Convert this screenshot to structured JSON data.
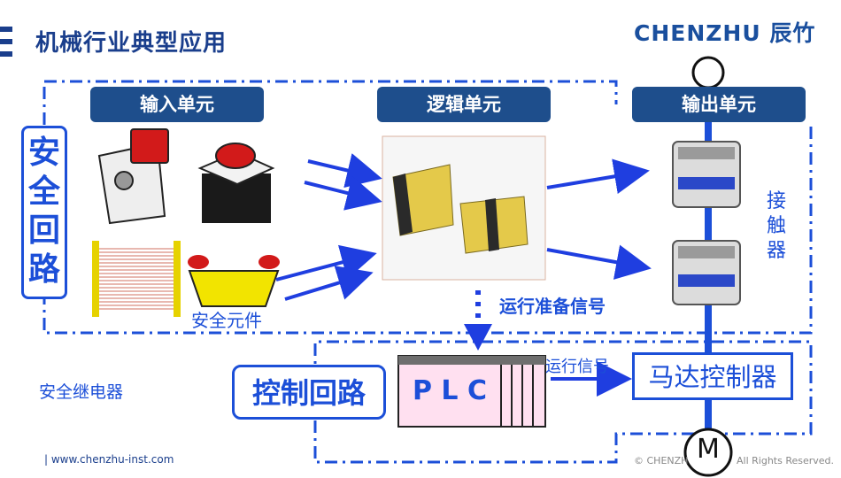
{
  "page": {
    "title": "机械行业典型应用"
  },
  "logo": {
    "text": "CHENZHU 辰竹"
  },
  "loop_label": "安全回路",
  "input_unit": "输入单元",
  "logic_unit": "逻辑单元",
  "output_unit": "输出单元",
  "safety_components": "安全元件",
  "ready_signal": "运行准备信号",
  "run_signal": "运行信号",
  "contactor": "接触器",
  "safety_relay": "安全继电器",
  "control_loop": "控制回路",
  "plc": "P L C",
  "motor_controller": "马达控制器",
  "motor": "M",
  "footer": {
    "url": "| www.chenzhu-inst.com",
    "copyright": "© CHENZH",
    "rights": "All Rights Reserved."
  },
  "colors": {
    "navy": "#1a3e8c",
    "pill": "#1e4e8c",
    "blue": "#1c4fd8",
    "arrow": "#1f3ee0"
  }
}
